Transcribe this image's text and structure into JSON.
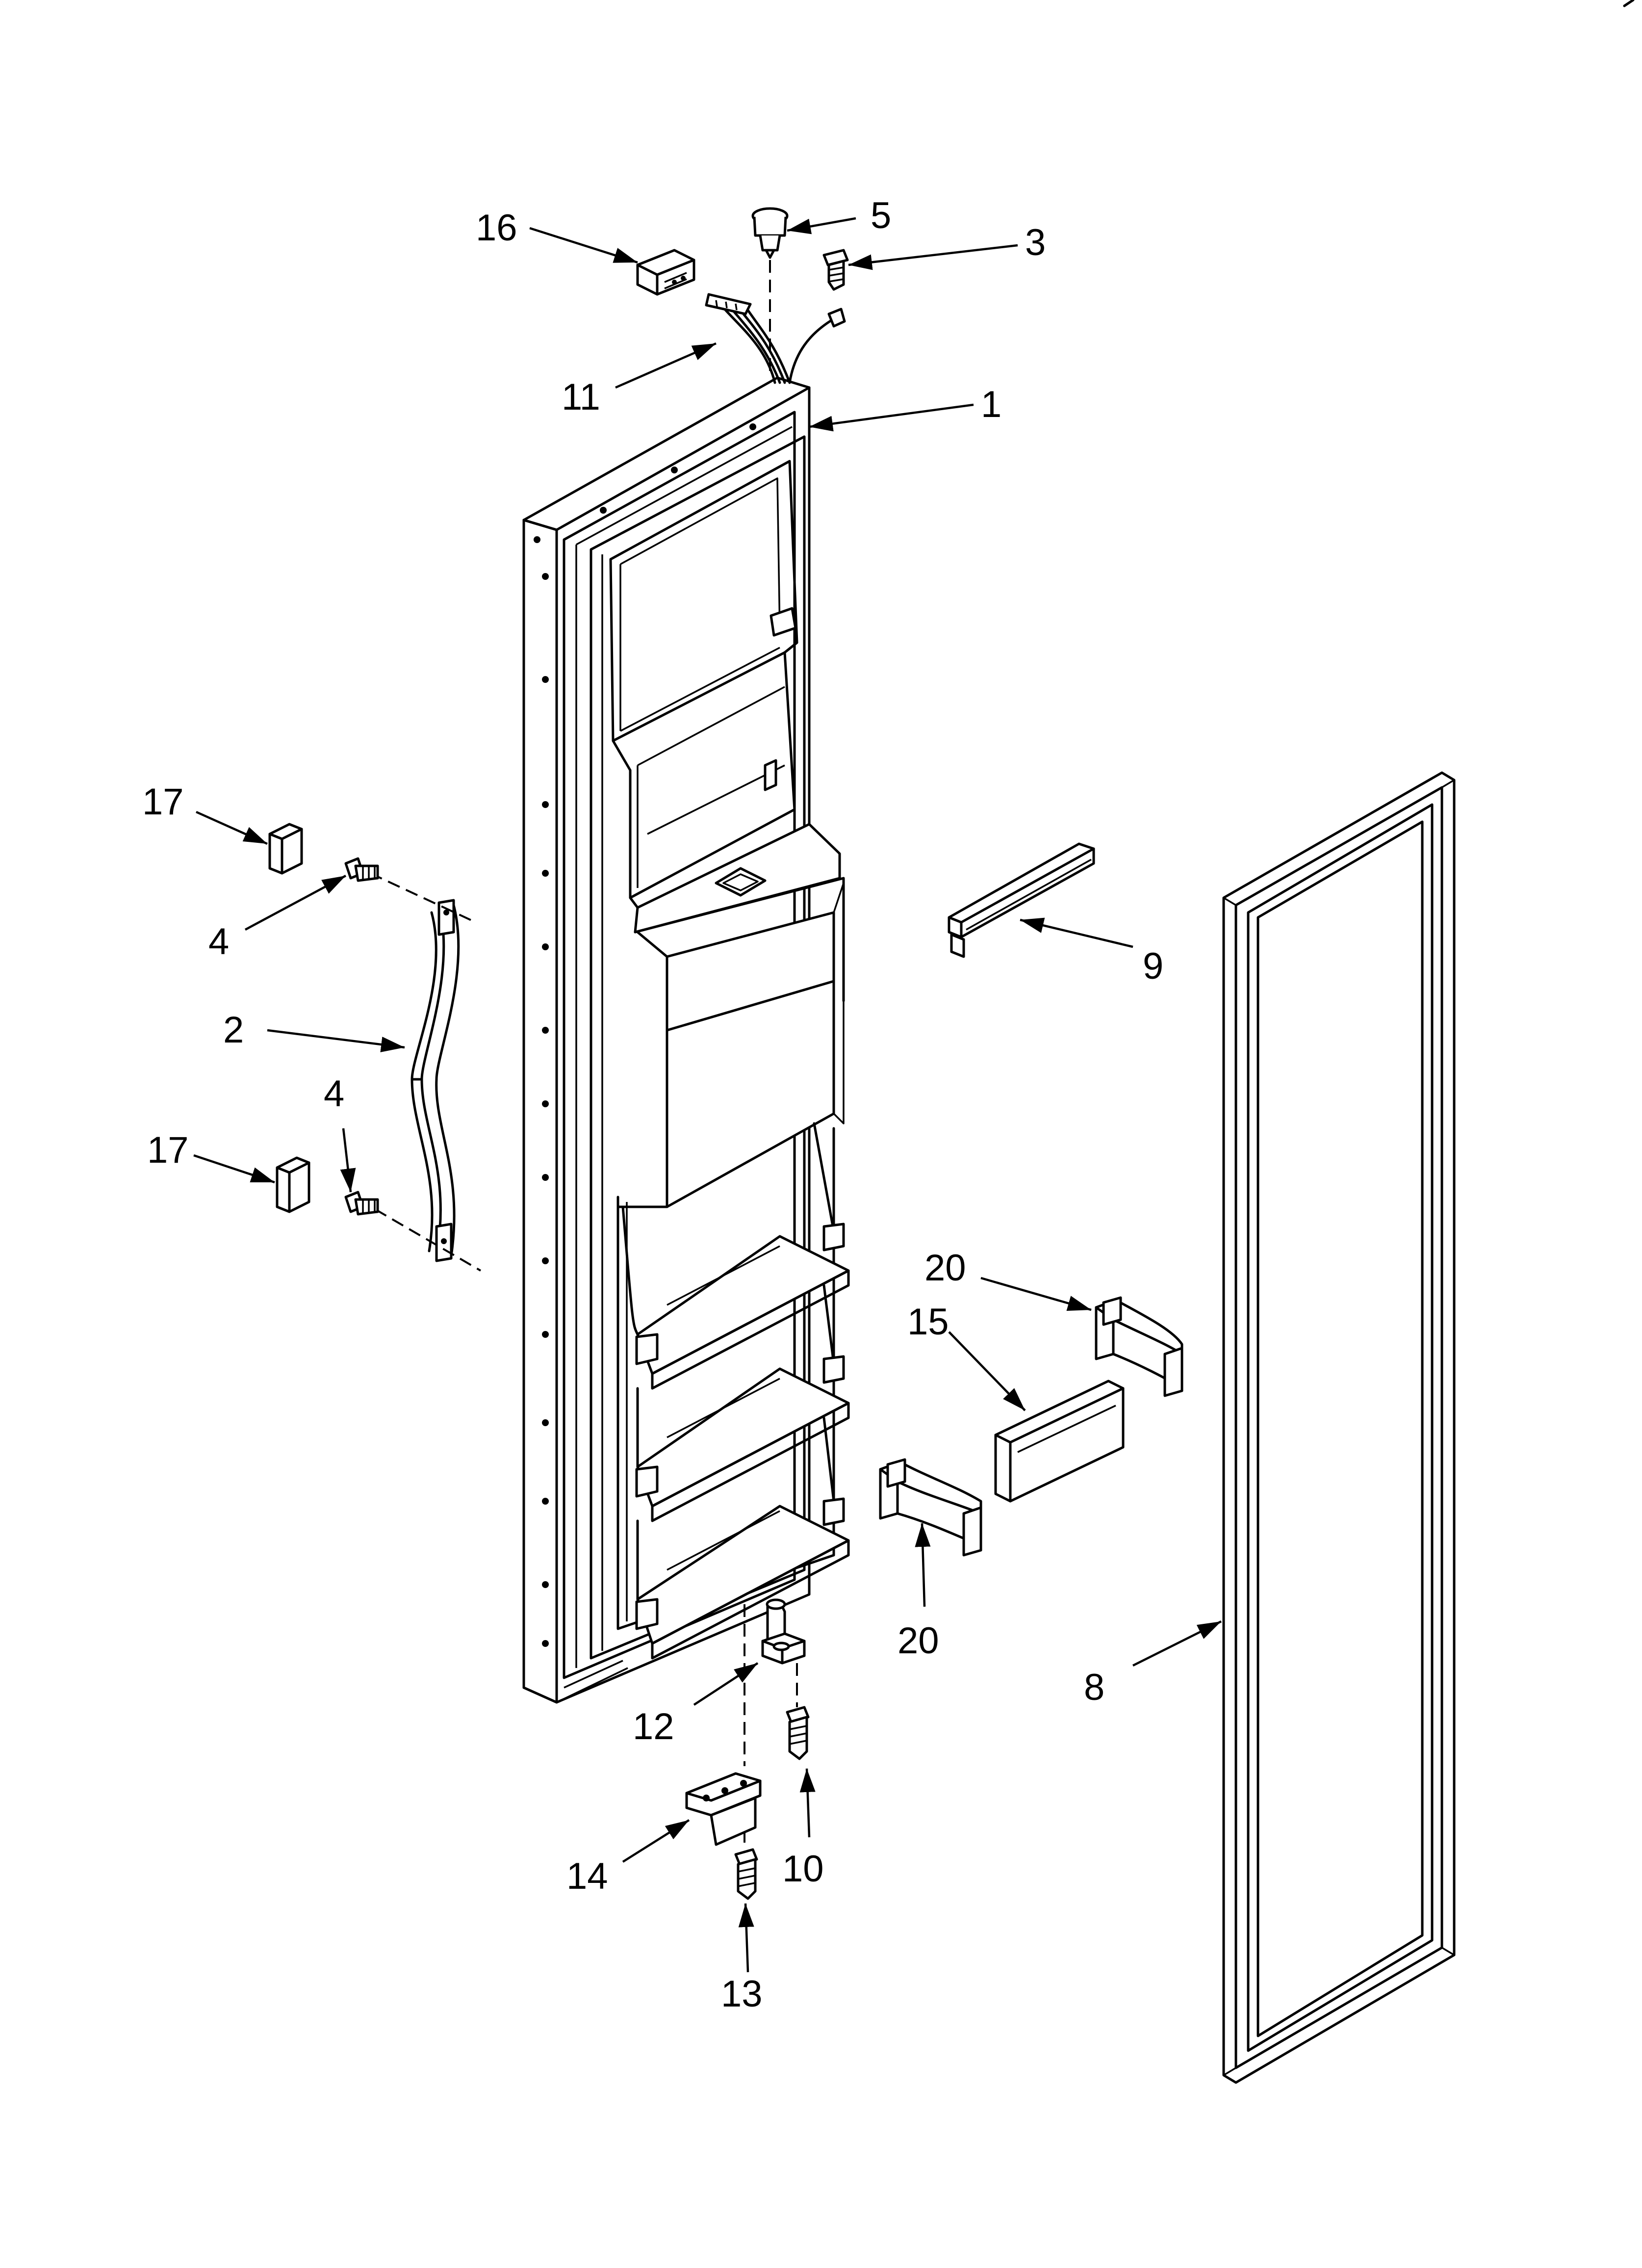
{
  "diagram": {
    "callouts": {
      "c1": "1",
      "c2": "2",
      "c3": "3",
      "c4a": "4",
      "c4b": "4",
      "c5": "5",
      "c8": "8",
      "c9": "9",
      "c10": "10",
      "c11": "11",
      "c12": "12",
      "c13": "13",
      "c14": "14",
      "c15": "15",
      "c16": "16",
      "c17a": "17",
      "c17b": "17",
      "c20a": "20",
      "c20b": "20"
    }
  }
}
